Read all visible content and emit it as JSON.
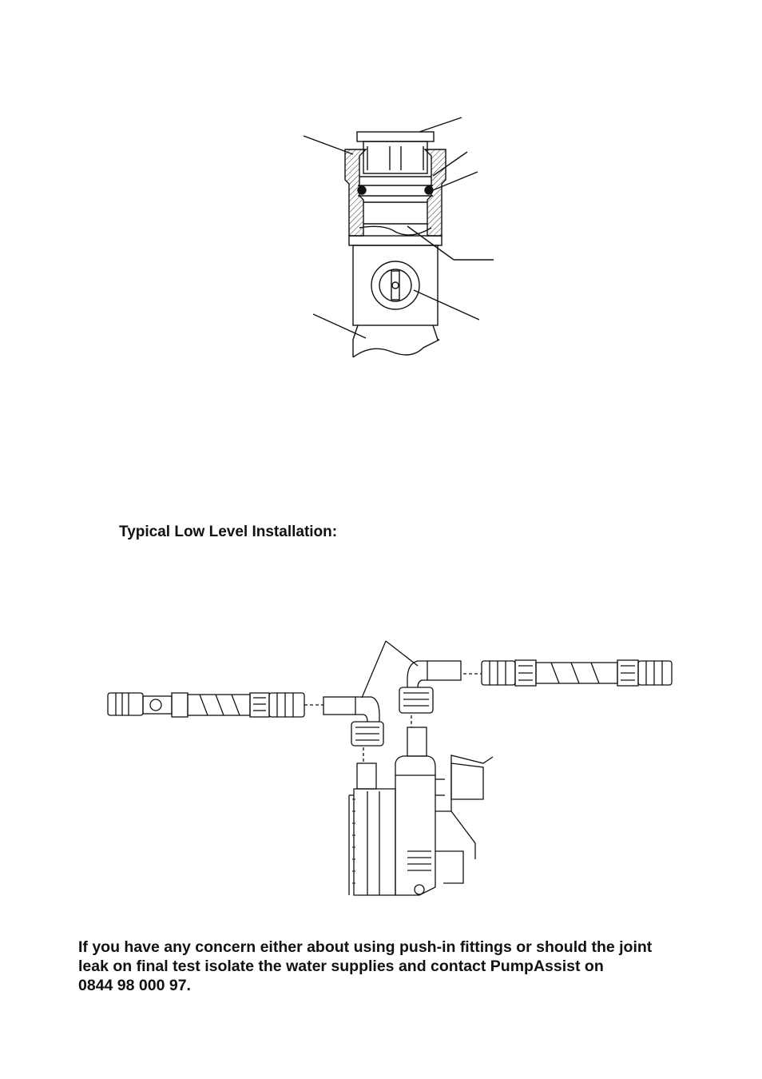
{
  "figures": {
    "fitting_cross_section": {},
    "low_level_installation": {}
  },
  "section": {
    "heading": "Typical Low Level Installation:"
  },
  "notice": {
    "line1": "If you have any concern either about using push-in fittings or should the joint",
    "line2": "leak on final test isolate the water supplies and contact PumpAssist on",
    "line3": "0844 98 000 97."
  }
}
